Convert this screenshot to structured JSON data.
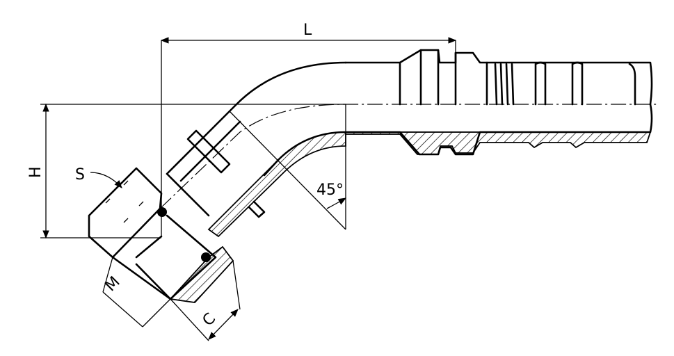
{
  "labels": {
    "length": "L",
    "height": "H",
    "hex_size": "S",
    "thread": "M",
    "nut_length": "C",
    "angle": "45°"
  },
  "colors": {
    "line": "#000000",
    "background": "#ffffff"
  }
}
